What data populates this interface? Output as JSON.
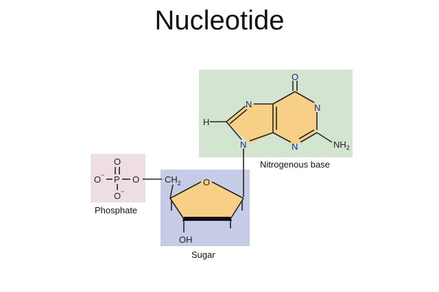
{
  "title": "Nucleotide",
  "labels": {
    "phosphate": "Phosphate",
    "sugar": "Sugar",
    "base": "Nitrogenous base"
  },
  "atoms": {
    "oxygen": "O",
    "nitrogen": "N",
    "hydrogen": "H",
    "phosphorus": "P",
    "carbon": "C",
    "hydroxyl": "OH",
    "amine": "NH",
    "subscript_two": "2",
    "charge_minus": "−"
  },
  "colors": {
    "phosphate_box": "#efdde5",
    "sugar_box": "#c6cbe6",
    "base_box": "#d3e4d1",
    "ring_fill": "#f7cf86"
  }
}
